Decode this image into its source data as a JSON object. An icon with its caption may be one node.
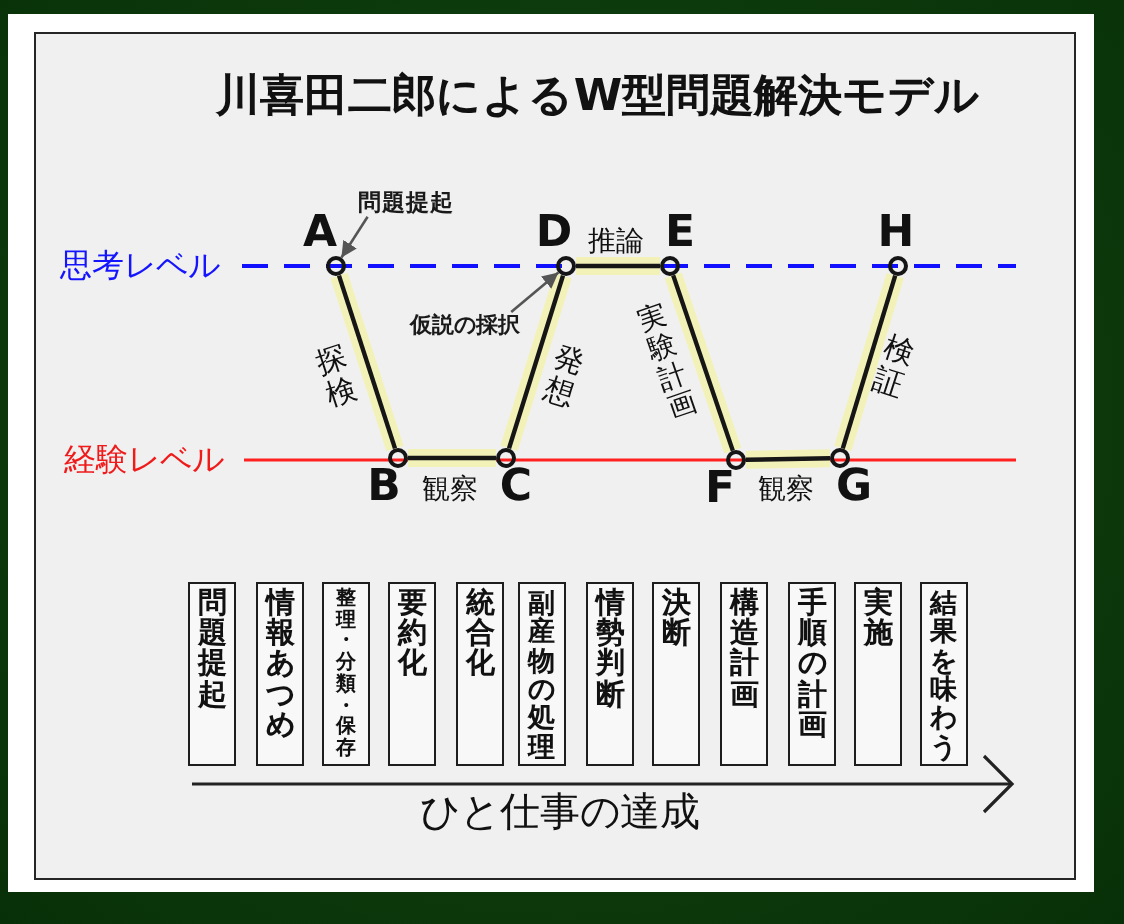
{
  "diagram": {
    "title": "川喜田二郎によるW型問題解決モデル",
    "nodes": [
      {
        "text": [
          "A"
        ]
      },
      {
        "text": [
          "B"
        ]
      },
      {
        "text": [
          "C"
        ]
      },
      {
        "text": [
          "D"
        ]
      },
      {
        "text": [
          "E"
        ]
      },
      {
        "text": [
          "F"
        ]
      },
      {
        "text": [
          "G"
        ]
      },
      {
        "text": [
          "H"
        ]
      },
      {
        "text": [
          "問題提起"
        ]
      },
      {
        "text": [
          "仮説の採択"
        ]
      },
      {
        "text": [
          "問題提起"
        ]
      },
      {
        "text": [
          "情報あつめ"
        ]
      },
      {
        "text": [
          "整理・分類・保存"
        ]
      },
      {
        "text": [
          "要約化"
        ]
      },
      {
        "text": [
          "統合化"
        ]
      },
      {
        "text": [
          "副産物の処理"
        ]
      },
      {
        "text": [
          "情勢判断"
        ]
      },
      {
        "text": [
          "決断"
        ]
      },
      {
        "text": [
          "構造計画"
        ]
      },
      {
        "text": [
          "手順の計画"
        ]
      },
      {
        "text": [
          "実施"
        ]
      },
      {
        "text": [
          "結果を味わう"
        ]
      }
    ],
    "edges": [
      {
        "from": 0,
        "to": 1,
        "arrow": "none",
        "label": "探検"
      },
      {
        "from": 1,
        "to": 2,
        "arrow": "none",
        "label": "観察"
      },
      {
        "from": 2,
        "to": 3,
        "arrow": "none",
        "label": "発想"
      },
      {
        "from": 3,
        "to": 4,
        "arrow": "none",
        "label": "推論"
      },
      {
        "from": 4,
        "to": 5,
        "arrow": "none",
        "label": "実験計画"
      },
      {
        "from": 5,
        "to": 6,
        "arrow": "none",
        "label": "観察"
      },
      {
        "from": 6,
        "to": 7,
        "arrow": "none",
        "label": "検証"
      },
      {
        "from": 8,
        "to": 0,
        "arrow": "to",
        "color": "#555555"
      },
      {
        "from": 9,
        "to": 3,
        "arrow": "to",
        "color": "#555555"
      }
    ],
    "labels": [
      "思考レベル",
      "経験レベル",
      "ひと仕事の達成"
    ]
  }
}
